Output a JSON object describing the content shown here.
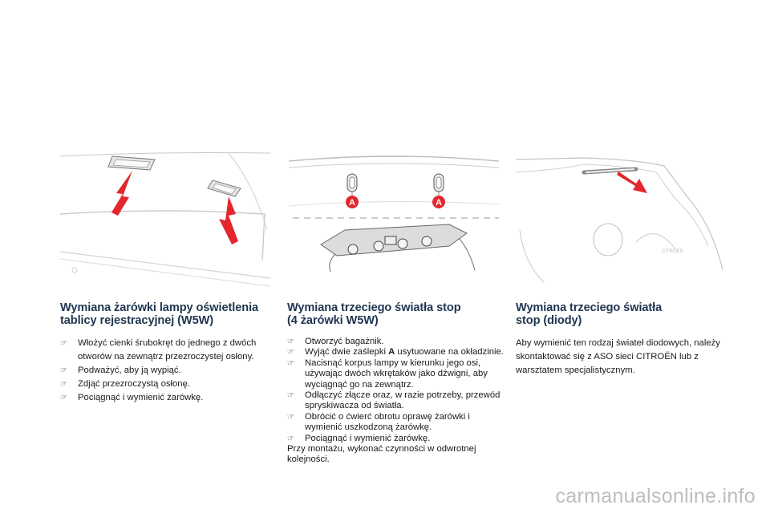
{
  "sections": [
    {
      "title_line1": "Wymiana żarówki lampy oświetlenia",
      "title_line2": "tablicy rejestracyjnej (W5W)",
      "steps": [
        "Włożyć cienki śrubokręt do jednego z dwóch otworów na zewnątrz przezroczystej osłony.",
        "Podważyć, aby ją wypiąć.",
        "Zdjąć przezroczystą osłonę.",
        "Pociągnąć i wymienić żarówkę."
      ]
    },
    {
      "title_line1": "Wymiana trzeciego światła stop",
      "title_line2": "(4 żarówki W5W)",
      "step1": "Otworzyć bagażnik.",
      "step2_pre": "Wyjąć dwie zaślepki ",
      "step2_bold": "A",
      "step2_post": " usytuowane na okładzinie.",
      "step3": "Nacisnąć korpus lampy w kierunku jego osi, używając dwóch wkrętaków jako dźwigni, aby wyciągnąć go na zewnątrz.",
      "step4": "Odłączyć złącze oraz, w razie potrzeby, przewód spryskiwacza od światła.",
      "step5": "Obrócić o ćwierć obrotu oprawę żarówki i wymienić uszkodzoną żarówkę.",
      "step6": "Pociągnąć i wymienić żarówkę.",
      "note": "Przy montażu, wykonać czynności w odwrotnej kolejności.",
      "label_a": "A"
    },
    {
      "title_line1": "Wymiana trzeciego światła",
      "title_line2": "stop (diody)",
      "body": "Aby wymienić ten rodzaj świateł diodowych, należy skontaktować się z ASO sieci CITROËN lub z warsztatem specjalistycznym."
    }
  ],
  "illustration": {
    "car_badge": "CITROËN",
    "arrow_color": "#e3272d",
    "badge_color": "#e3272d"
  },
  "watermark": "carmanualsonline.info"
}
